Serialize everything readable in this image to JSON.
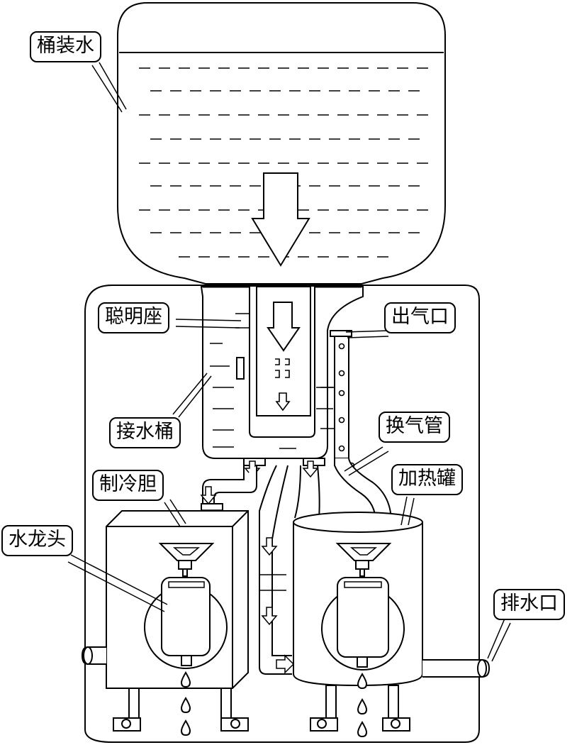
{
  "labels": {
    "bottled_water": "桶装水",
    "smart_seat": "聪明座",
    "water_receiver": "接水桶",
    "cooling_tank": "制冷胆",
    "faucet": "水龙头",
    "air_outlet": "出气口",
    "vent_pipe": "换气管",
    "heating_tank": "加热罐",
    "drain_outlet": "排水口"
  },
  "colors": {
    "line": "#000000",
    "fill": "#ffffff"
  }
}
